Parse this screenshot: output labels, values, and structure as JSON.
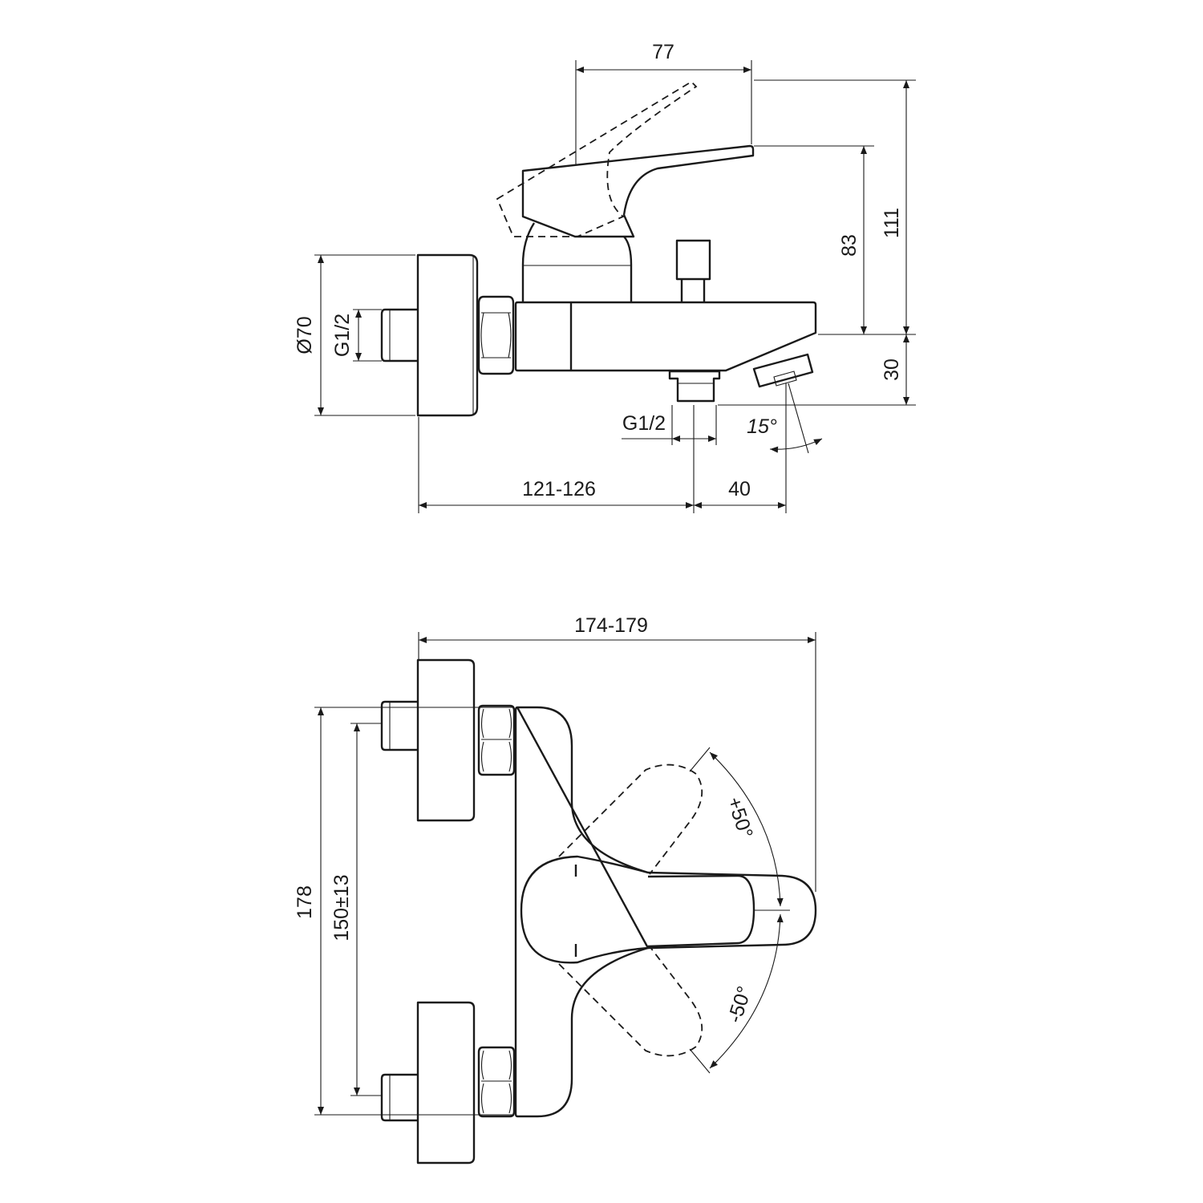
{
  "drawing": {
    "side_view": {
      "dim_handle_reach": "77",
      "dim_total_height": "111",
      "dim_handle_height": "83",
      "dim_spout_drop": "30",
      "dim_plate_diameter": "Ø70",
      "dim_inlet_thread": "G1/2",
      "dim_outlet_thread": "G1/2",
      "dim_spout_angle": "15°",
      "dim_projection": "121-126",
      "dim_spout_offset": "40"
    },
    "top_view": {
      "dim_total_width": "174-179",
      "dim_total_length": "178",
      "dim_center_distance": "150±13",
      "angle_plus": "+50°",
      "angle_minus": "-50°"
    }
  }
}
